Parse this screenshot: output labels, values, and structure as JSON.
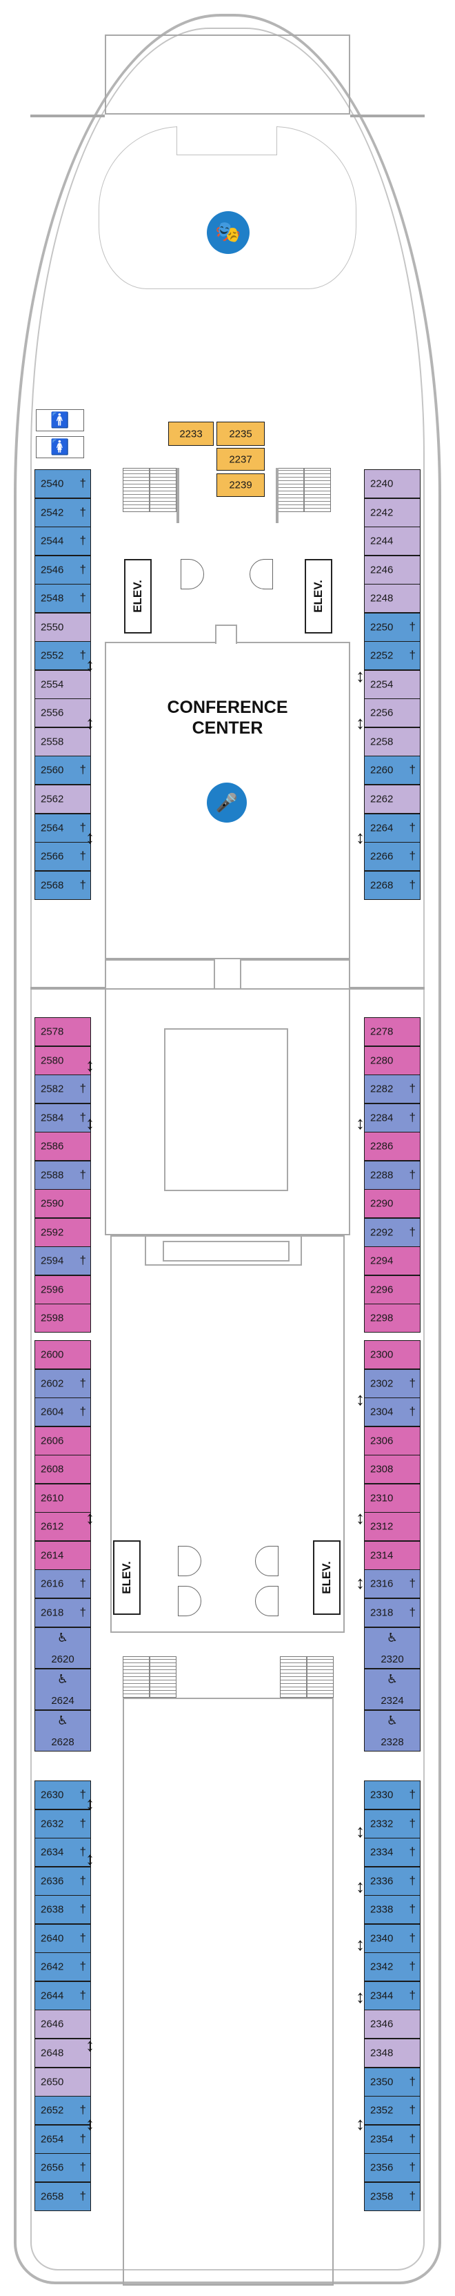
{
  "deck": {
    "conference_center_line1": "CONFERENCE",
    "conference_center_line2": "CENTER",
    "elevator_label": "ELEV.",
    "colors": {
      "balcony": "#5b9bd5",
      "interior": "#c3b1d9",
      "oceanview": "#d96bb3",
      "oceanview_alt": "#8295d2",
      "suite": "#f5bd55",
      "accent_blue": "#1f7fc8"
    },
    "icons": {
      "theater": "theater-masks-icon",
      "conference": "podium-speaker-icon",
      "restroom": "restroom-icon",
      "accessible": "wheelchair-icon",
      "third_berth": "dagger-cross-icon",
      "connecting": "double-arrow-icon"
    },
    "cabins_left": [
      {
        "n": "2540",
        "t": "balcony",
        "cross": true
      },
      {
        "n": "2542",
        "t": "balcony",
        "cross": true
      },
      {
        "n": "2544",
        "t": "balcony",
        "cross": true
      },
      {
        "n": "2546",
        "t": "balcony",
        "cross": true
      },
      {
        "n": "2548",
        "t": "balcony",
        "cross": true
      },
      {
        "n": "2550",
        "t": "interior",
        "cross": false
      },
      {
        "n": "2552",
        "t": "balcony",
        "cross": true
      },
      {
        "n": "2554",
        "t": "interior",
        "cross": false
      },
      {
        "n": "2556",
        "t": "interior",
        "cross": false
      },
      {
        "n": "2558",
        "t": "interior",
        "cross": false
      },
      {
        "n": "2560",
        "t": "balcony",
        "cross": true
      },
      {
        "n": "2562",
        "t": "interior",
        "cross": false
      },
      {
        "n": "2564",
        "t": "balcony",
        "cross": true
      },
      {
        "n": "2566",
        "t": "balcony",
        "cross": true
      },
      {
        "n": "2568",
        "t": "balcony",
        "cross": true
      },
      {
        "n": "2578",
        "t": "oceanview",
        "cross": false
      },
      {
        "n": "2580",
        "t": "oceanview",
        "cross": false
      },
      {
        "n": "2582",
        "t": "oceanview_alt",
        "cross": true
      },
      {
        "n": "2584",
        "t": "oceanview_alt",
        "cross": true
      },
      {
        "n": "2586",
        "t": "oceanview",
        "cross": false
      },
      {
        "n": "2588",
        "t": "oceanview_alt",
        "cross": true
      },
      {
        "n": "2590",
        "t": "oceanview",
        "cross": false
      },
      {
        "n": "2592",
        "t": "oceanview",
        "cross": false
      },
      {
        "n": "2594",
        "t": "oceanview_alt",
        "cross": true
      },
      {
        "n": "2596",
        "t": "oceanview",
        "cross": false
      },
      {
        "n": "2598",
        "t": "oceanview",
        "cross": false
      },
      {
        "n": "2600",
        "t": "oceanview",
        "cross": false
      },
      {
        "n": "2602",
        "t": "oceanview_alt",
        "cross": true
      },
      {
        "n": "2604",
        "t": "oceanview_alt",
        "cross": true
      },
      {
        "n": "2606",
        "t": "oceanview",
        "cross": false
      },
      {
        "n": "2608",
        "t": "oceanview",
        "cross": false
      },
      {
        "n": "2610",
        "t": "oceanview",
        "cross": false
      },
      {
        "n": "2612",
        "t": "oceanview",
        "cross": false
      },
      {
        "n": "2614",
        "t": "oceanview",
        "cross": false
      },
      {
        "n": "2616",
        "t": "oceanview_alt",
        "cross": true
      },
      {
        "n": "2618",
        "t": "oceanview_alt",
        "cross": true
      },
      {
        "n": "2620",
        "t": "oceanview_alt",
        "cross": false
      },
      {
        "n": "2624",
        "t": "oceanview_alt",
        "cross": false
      },
      {
        "n": "2628",
        "t": "oceanview_alt",
        "cross": false
      },
      {
        "n": "2630",
        "t": "balcony",
        "cross": true
      },
      {
        "n": "2632",
        "t": "balcony",
        "cross": true
      },
      {
        "n": "2634",
        "t": "balcony",
        "cross": true
      },
      {
        "n": "2636",
        "t": "balcony",
        "cross": true
      },
      {
        "n": "2638",
        "t": "balcony",
        "cross": true
      },
      {
        "n": "2640",
        "t": "balcony",
        "cross": true
      },
      {
        "n": "2642",
        "t": "balcony",
        "cross": true
      },
      {
        "n": "2644",
        "t": "balcony",
        "cross": true
      },
      {
        "n": "2646",
        "t": "interior",
        "cross": false
      },
      {
        "n": "2648",
        "t": "interior",
        "cross": false
      },
      {
        "n": "2650",
        "t": "interior",
        "cross": false
      },
      {
        "n": "2652",
        "t": "balcony",
        "cross": true
      },
      {
        "n": "2654",
        "t": "balcony",
        "cross": true
      },
      {
        "n": "2656",
        "t": "balcony",
        "cross": true
      },
      {
        "n": "2658",
        "t": "balcony",
        "cross": true
      }
    ],
    "cabins_right": [
      {
        "n": "2240",
        "t": "interior",
        "cross": false
      },
      {
        "n": "2242",
        "t": "interior",
        "cross": false
      },
      {
        "n": "2244",
        "t": "interior",
        "cross": false
      },
      {
        "n": "2246",
        "t": "interior",
        "cross": false
      },
      {
        "n": "2248",
        "t": "interior",
        "cross": false
      },
      {
        "n": "2250",
        "t": "balcony",
        "cross": true
      },
      {
        "n": "2252",
        "t": "balcony",
        "cross": true
      },
      {
        "n": "2254",
        "t": "interior",
        "cross": false
      },
      {
        "n": "2256",
        "t": "interior",
        "cross": false
      },
      {
        "n": "2258",
        "t": "interior",
        "cross": false
      },
      {
        "n": "2260",
        "t": "balcony",
        "cross": true
      },
      {
        "n": "2262",
        "t": "interior",
        "cross": false
      },
      {
        "n": "2264",
        "t": "balcony",
        "cross": true
      },
      {
        "n": "2266",
        "t": "balcony",
        "cross": true
      },
      {
        "n": "2268",
        "t": "balcony",
        "cross": true
      },
      {
        "n": "2278",
        "t": "oceanview",
        "cross": false
      },
      {
        "n": "2280",
        "t": "oceanview",
        "cross": false
      },
      {
        "n": "2282",
        "t": "oceanview_alt",
        "cross": true
      },
      {
        "n": "2284",
        "t": "oceanview_alt",
        "cross": true
      },
      {
        "n": "2286",
        "t": "oceanview",
        "cross": false
      },
      {
        "n": "2288",
        "t": "oceanview_alt",
        "cross": true
      },
      {
        "n": "2290",
        "t": "oceanview",
        "cross": false
      },
      {
        "n": "2292",
        "t": "oceanview_alt",
        "cross": true
      },
      {
        "n": "2294",
        "t": "oceanview",
        "cross": false
      },
      {
        "n": "2296",
        "t": "oceanview",
        "cross": false
      },
      {
        "n": "2298",
        "t": "oceanview",
        "cross": false
      },
      {
        "n": "2300",
        "t": "oceanview",
        "cross": false
      },
      {
        "n": "2302",
        "t": "oceanview_alt",
        "cross": true
      },
      {
        "n": "2304",
        "t": "oceanview_alt",
        "cross": true
      },
      {
        "n": "2306",
        "t": "oceanview",
        "cross": false
      },
      {
        "n": "2308",
        "t": "oceanview",
        "cross": false
      },
      {
        "n": "2310",
        "t": "oceanview",
        "cross": false
      },
      {
        "n": "2312",
        "t": "oceanview",
        "cross": false
      },
      {
        "n": "2314",
        "t": "oceanview",
        "cross": false
      },
      {
        "n": "2316",
        "t": "oceanview_alt",
        "cross": true
      },
      {
        "n": "2318",
        "t": "oceanview_alt",
        "cross": true
      },
      {
        "n": "2320",
        "t": "oceanview_alt",
        "cross": false
      },
      {
        "n": "2324",
        "t": "oceanview_alt",
        "cross": false
      },
      {
        "n": "2328",
        "t": "oceanview_alt",
        "cross": false
      },
      {
        "n": "2330",
        "t": "balcony",
        "cross": true
      },
      {
        "n": "2332",
        "t": "balcony",
        "cross": true
      },
      {
        "n": "2334",
        "t": "balcony",
        "cross": true
      },
      {
        "n": "2336",
        "t": "balcony",
        "cross": true
      },
      {
        "n": "2338",
        "t": "balcony",
        "cross": true
      },
      {
        "n": "2340",
        "t": "balcony",
        "cross": true
      },
      {
        "n": "2342",
        "t": "balcony",
        "cross": true
      },
      {
        "n": "2344",
        "t": "balcony",
        "cross": true
      },
      {
        "n": "2346",
        "t": "interior",
        "cross": false
      },
      {
        "n": "2348",
        "t": "interior",
        "cross": false
      },
      {
        "n": "2350",
        "t": "balcony",
        "cross": true
      },
      {
        "n": "2352",
        "t": "balcony",
        "cross": true
      },
      {
        "n": "2354",
        "t": "balcony",
        "cross": true
      },
      {
        "n": "2356",
        "t": "balcony",
        "cross": true
      },
      {
        "n": "2358",
        "t": "balcony",
        "cross": true
      }
    ],
    "suites": [
      {
        "n": "2233"
      },
      {
        "n": "2235"
      },
      {
        "n": "2237"
      },
      {
        "n": "2239"
      }
    ]
  }
}
